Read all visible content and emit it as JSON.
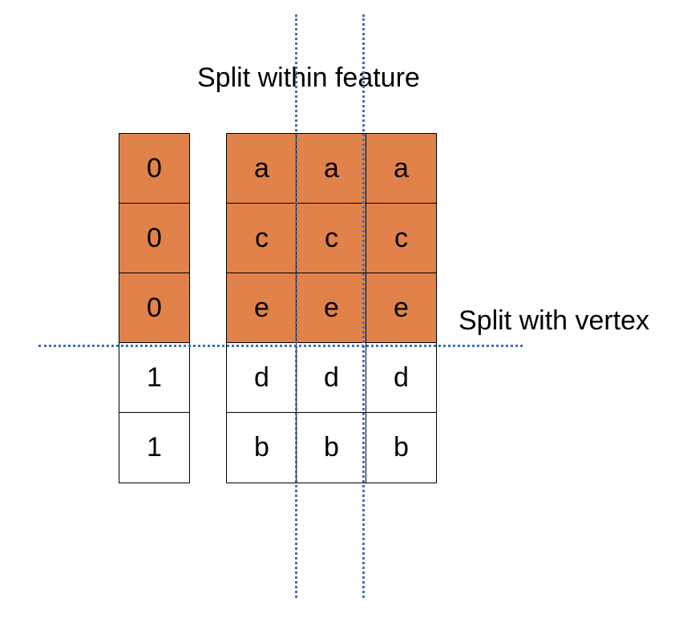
{
  "labels": {
    "split_within_feature": "Split within feature",
    "split_with_vertex": "Split with vertex"
  },
  "colors": {
    "highlight": "#E0824A",
    "plain": "#ffffff",
    "split_line": "#3F6FB5"
  },
  "left_column": [
    {
      "value": "0",
      "highlighted": true
    },
    {
      "value": "0",
      "highlighted": true
    },
    {
      "value": "0",
      "highlighted": true
    },
    {
      "value": "1",
      "highlighted": false
    },
    {
      "value": "1",
      "highlighted": false
    }
  ],
  "right_matrix": [
    {
      "values": [
        "a",
        "a",
        "a"
      ],
      "highlighted": true
    },
    {
      "values": [
        "c",
        "c",
        "c"
      ],
      "highlighted": true
    },
    {
      "values": [
        "e",
        "e",
        "e"
      ],
      "highlighted": true
    },
    {
      "values": [
        "d",
        "d",
        "d"
      ],
      "highlighted": false
    },
    {
      "values": [
        "b",
        "b",
        "b"
      ],
      "highlighted": false
    }
  ]
}
